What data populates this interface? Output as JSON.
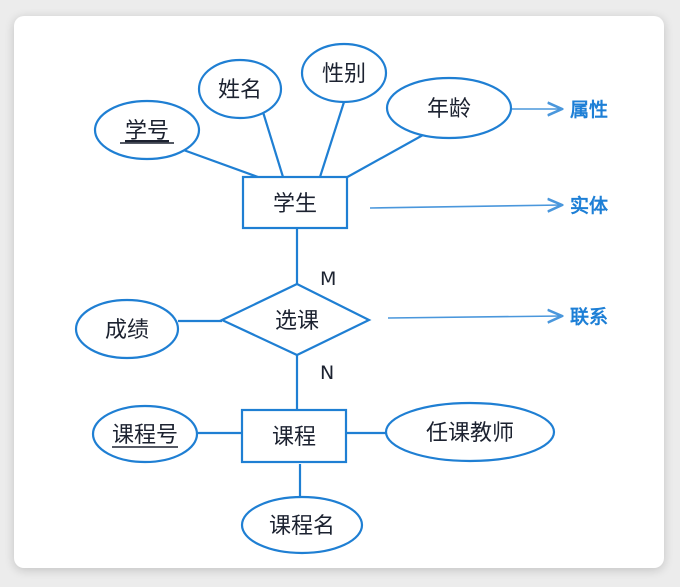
{
  "diagram": {
    "entities": {
      "student": "学生",
      "course": "课程"
    },
    "relationship": "选课",
    "cardinality": {
      "student_side": "M",
      "course_side": "N"
    },
    "attributes": {
      "student_id": "学号",
      "name": "姓名",
      "gender": "性别",
      "age": "年龄",
      "grade": "成绩",
      "course_id": "课程号",
      "teacher": "任课教师",
      "course_name": "课程名"
    },
    "legend": {
      "attribute": "属性",
      "entity": "实体",
      "relationship": "联系"
    },
    "colors": {
      "line": "#1f7fd3",
      "legend_text": "#1d7fd6",
      "text": "#1c2230"
    }
  }
}
